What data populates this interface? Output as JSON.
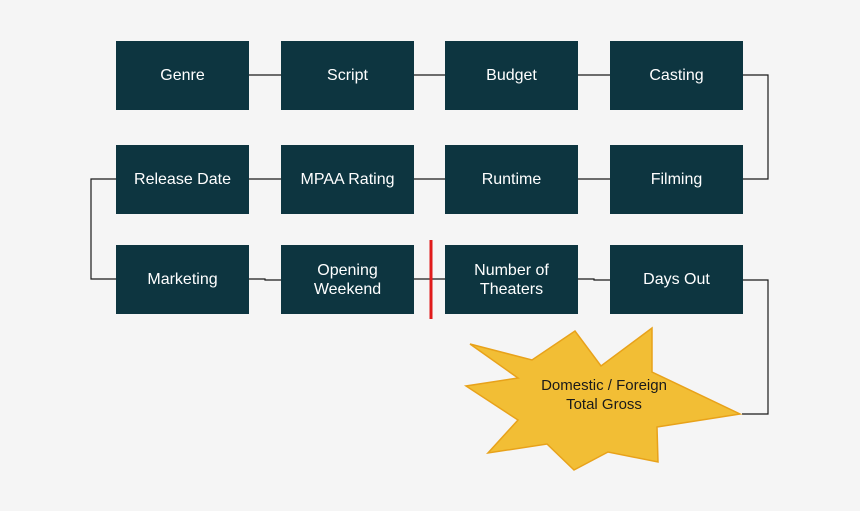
{
  "boxes": [
    {
      "id": "genre",
      "label": "Genre"
    },
    {
      "id": "script",
      "label": "Script"
    },
    {
      "id": "budget",
      "label": "Budget"
    },
    {
      "id": "casting",
      "label": "Casting"
    },
    {
      "id": "release-date",
      "label": "Release Date"
    },
    {
      "id": "mpaa-rating",
      "label": "MPAA Rating"
    },
    {
      "id": "runtime",
      "label": "Runtime"
    },
    {
      "id": "filming",
      "label": "Filming"
    },
    {
      "id": "marketing",
      "label": "Marketing"
    },
    {
      "id": "opening-weekend",
      "label": "Opening\nWeekend"
    },
    {
      "id": "number-of-theaters",
      "label": "Number of\nTheaters"
    },
    {
      "id": "days-out",
      "label": "Days Out"
    }
  ],
  "outcome": {
    "label": "Domestic / Foreign\nTotal Gross"
  },
  "colors": {
    "box_fill": "#0d3540",
    "box_text": "#ffffff",
    "connector": "#1a1a1a",
    "divider": "#e01b1b",
    "burst_fill": "#f2be35",
    "burst_stroke": "#e8a21a",
    "background": "#f5f5f5"
  }
}
